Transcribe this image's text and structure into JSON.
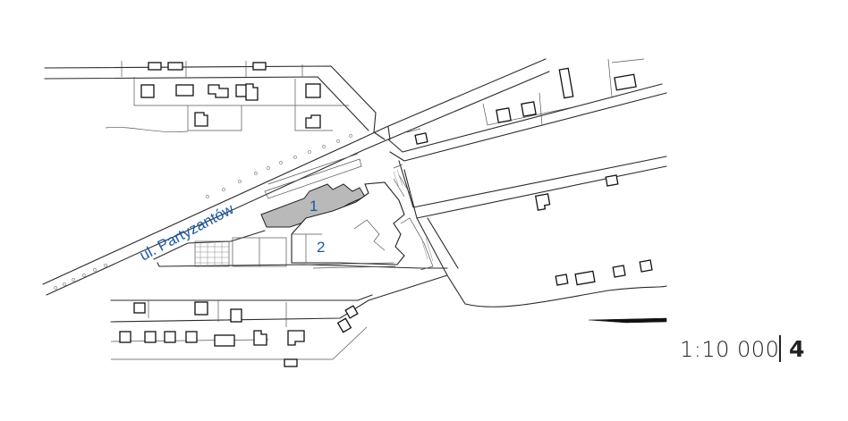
{
  "map": {
    "street_label": "ul. Partyzantów",
    "building_1_label": "1",
    "building_2_label": "2",
    "label_color": "#1a5aa8",
    "highlight_fill": "#b9b9b9",
    "north_arrow_icon": "north-arrow-icon"
  },
  "scale": {
    "text": "1:10 000",
    "sheet_number": "4"
  }
}
